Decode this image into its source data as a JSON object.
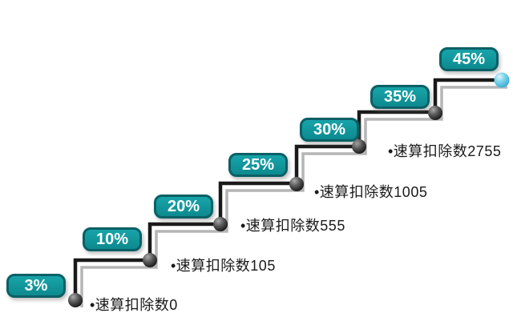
{
  "diagram": {
    "type": "step-up-staircase",
    "description_labels": {
      "deduction_prefix": "速算扣除数"
    }
  },
  "steps": [
    {
      "rate": "3%",
      "deduction": "•速算扣除数0"
    },
    {
      "rate": "10%",
      "deduction": "•速算扣除数105"
    },
    {
      "rate": "20%",
      "deduction": "•速算扣除数555"
    },
    {
      "rate": "25%",
      "deduction": "•速算扣除数1005"
    },
    {
      "rate": "30%",
      "deduction": "•速算扣除数2755"
    },
    {
      "rate": "35%"
    },
    {
      "rate": "45%"
    }
  ],
  "colors": {
    "background": "#FFFFFF",
    "box-fill-top": "#18A4A9",
    "box-fill-bottom": "#0C8A8F",
    "box-border": "#0A6066",
    "box-text": "#FFFFFF",
    "line": "#1A1A1A",
    "line-shadow": "#B5B5B5",
    "node-dark": "#2B2B2B",
    "node-end-blue": "#3FB3DA",
    "label-text": "#1A1A1A"
  }
}
